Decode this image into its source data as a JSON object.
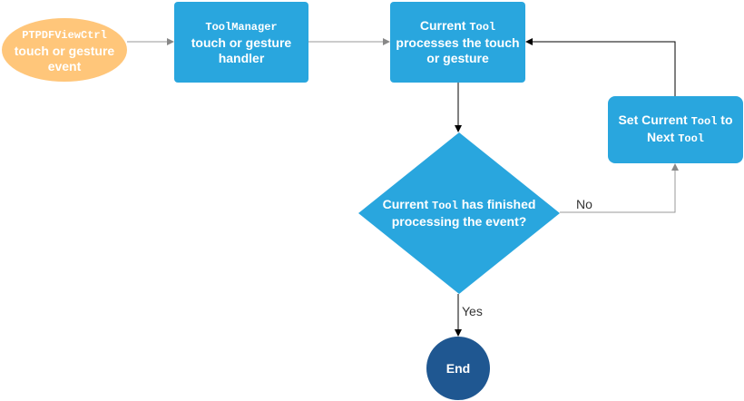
{
  "nodes": {
    "start": {
      "code": "PTPDFViewCtrl",
      "text": "touch or gesture event"
    },
    "toolmanager": {
      "code": "ToolManager",
      "line2": "touch or gesture",
      "line3": "handler"
    },
    "current_tool": {
      "prefix": "Current ",
      "code": "Tool",
      "line2": "processes the touch",
      "line3": "or gesture"
    },
    "decision": {
      "prefix": "Current ",
      "code": "Tool",
      "suffix": " has finished",
      "line2": "processing the event?"
    },
    "set_next": {
      "prefix": "Set Current ",
      "code": "Tool",
      "suffix": " to",
      "line2_prefix": "Next ",
      "line2_code": "Tool"
    },
    "end": {
      "text": "End"
    }
  },
  "edges": {
    "no_label": "No",
    "yes_label": "Yes"
  },
  "colors": {
    "process": "#29a6de",
    "start": "#ffc67a",
    "end": "#1f5791",
    "arrow_light": "#999999",
    "arrow_dark": "#000000"
  }
}
